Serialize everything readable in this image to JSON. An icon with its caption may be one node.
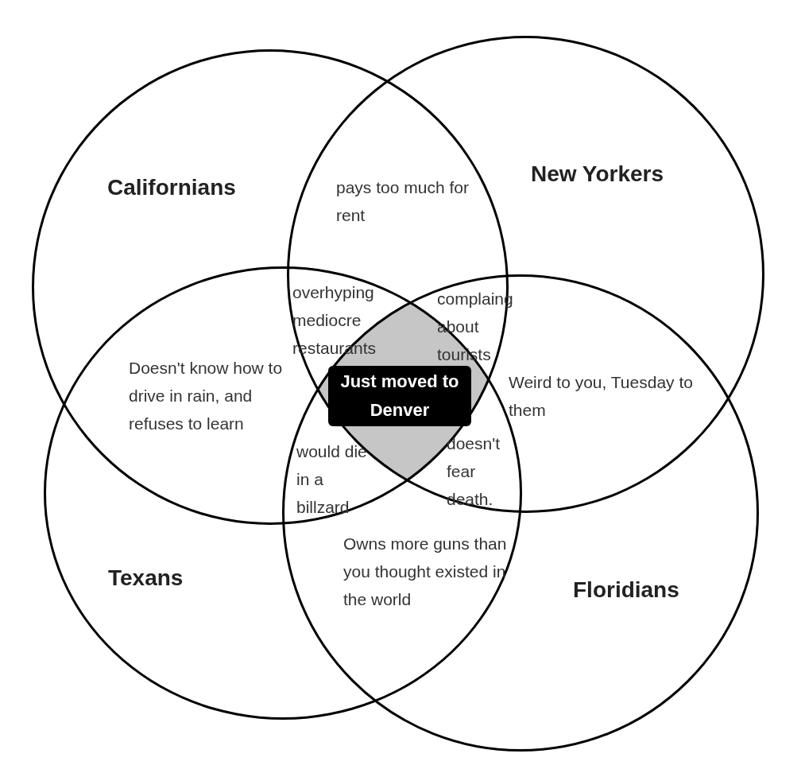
{
  "diagram": {
    "nodes": [
      {
        "text": [
          "Californians"
        ]
      },
      {
        "text": [
          "New Yorkers"
        ]
      },
      {
        "text": [
          "Texans"
        ]
      },
      {
        "text": [
          "Floridians"
        ]
      },
      {
        "text": [
          "Just moved to Denver"
        ]
      }
    ],
    "labels": [
      "pays too much for rent",
      "overhyping mediocre restaurants",
      "complaing about tourists",
      "Doesn't know how to drive in rain, and refuses to learn",
      "Weird to you, Tuesday to them",
      "would die in a billzard",
      "doesn't fear death.",
      "Owns more guns than you thought existed in the world"
    ]
  }
}
